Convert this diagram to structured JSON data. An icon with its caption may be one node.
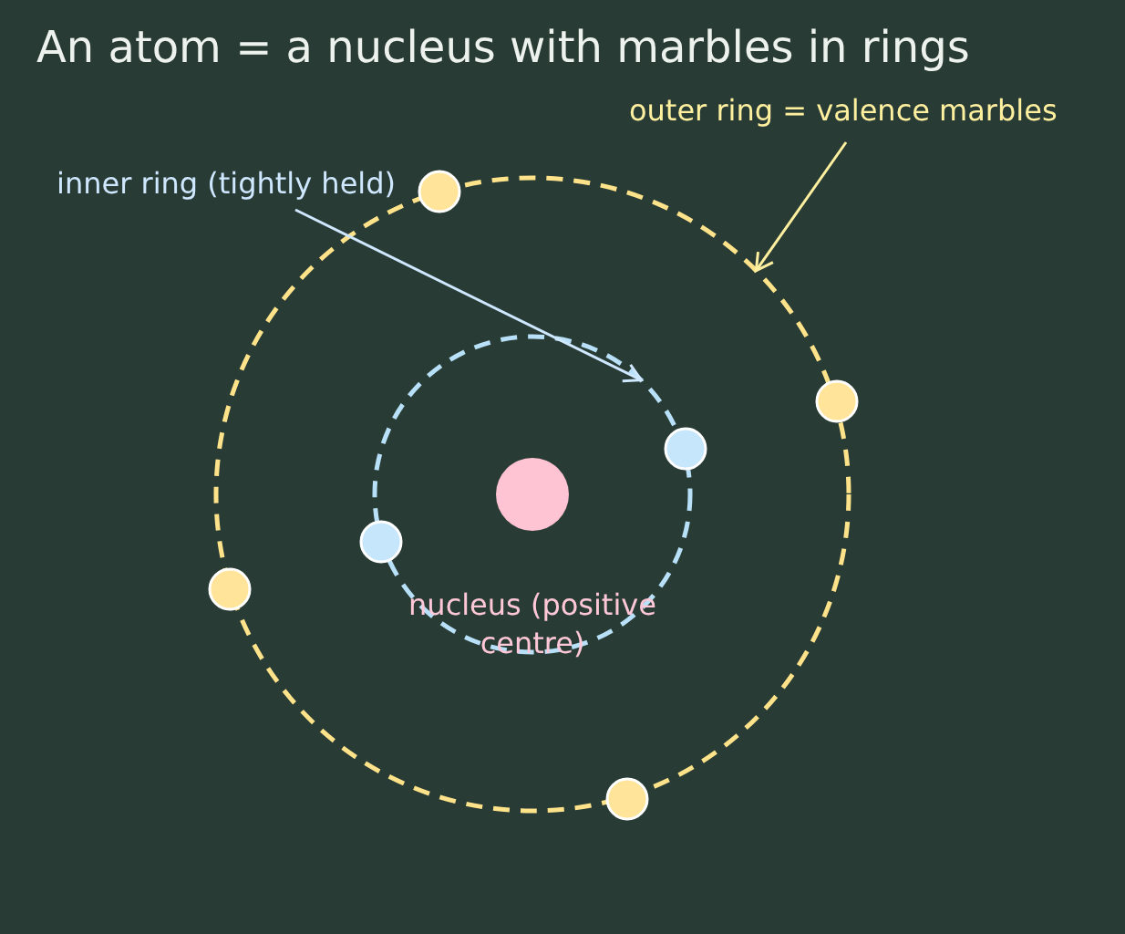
{
  "diagram": {
    "title": "An atom = a nucleus with marbles in rings",
    "nodes": [
      {
        "text": [
          "outer ring = valence marbles"
        ]
      },
      {
        "text": [],
        "shape": "circle"
      },
      {
        "text": [
          "inner ring (tightly held)"
        ]
      },
      {
        "text": [],
        "shape": "circle",
        "in": 1
      },
      {
        "text": [],
        "shape": "circle",
        "in": 3,
        "beside": [
          "nucleus (positive centre)"
        ]
      }
    ],
    "edges": [
      {
        "from": 0,
        "to": 1,
        "arrow": "to",
        "color": "#fff0a0"
      },
      {
        "from": 2,
        "to": 3,
        "arrow": "to",
        "color": "#cfe8ff"
      }
    ]
  }
}
